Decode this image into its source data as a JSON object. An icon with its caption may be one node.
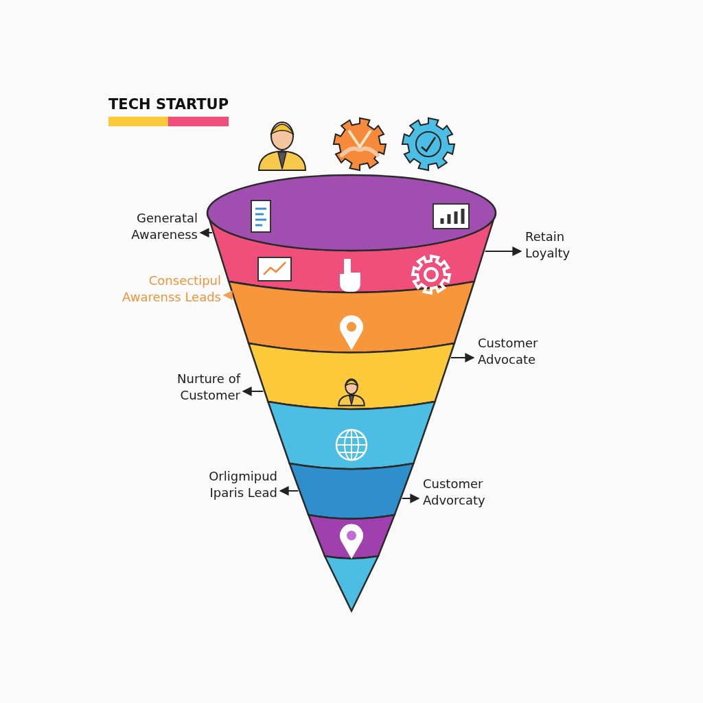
{
  "diagram": {
    "title": "TECH STARTUP",
    "nodes": [
      {
        "text": [],
        "shape": "ellipse"
      },
      {
        "text": [],
        "shape": "band"
      },
      {
        "text": [],
        "shape": "band"
      },
      {
        "text": [],
        "shape": "band"
      },
      {
        "text": [],
        "shape": "band"
      },
      {
        "text": [],
        "shape": "band"
      },
      {
        "text": [],
        "shape": "band"
      },
      {
        "text": [],
        "shape": "band"
      },
      {
        "text": [
          "Generatal Awareness"
        ]
      },
      {
        "text": [
          "Retain Loyalty"
        ]
      },
      {
        "text": [
          "Consectipul Awarenss Leads"
        ]
      },
      {
        "text": [
          "Customer Advocate"
        ]
      },
      {
        "text": [
          "Nurture of Customer"
        ]
      },
      {
        "text": [
          "Orligmipud Iparis Lead"
        ]
      },
      {
        "text": [
          "Customer Advorcaty"
        ]
      }
    ],
    "edges": [
      {
        "from": 1,
        "to": 8,
        "arrow": "to"
      },
      {
        "from": 1,
        "to": 9,
        "arrow": "to"
      },
      {
        "from": 2,
        "to": 10,
        "arrow": "to",
        "color": "#f0a050"
      },
      {
        "from": 3,
        "to": 11,
        "arrow": "to"
      },
      {
        "from": 3,
        "to": 12,
        "arrow": "to"
      },
      {
        "from": 5,
        "to": 13,
        "arrow": "to"
      },
      {
        "from": 5,
        "to": 14,
        "arrow": "to"
      }
    ]
  }
}
